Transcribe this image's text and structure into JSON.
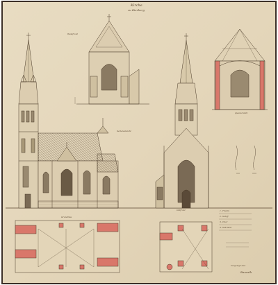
{
  "sheet": {
    "title_line1": "Kirche",
    "title_line2": "zu Kierberg",
    "labels": {
      "west_elevation": "Westfront",
      "side_elevation": "Seitenansicht",
      "east_elevation": "Ostfront",
      "section": "Querschnitt",
      "plan_label": "Grundriss"
    },
    "legend": [
      "1. Thurm",
      "2. Schiff",
      "3. Chor",
      "4. Sakristei"
    ],
    "signature_line1": "Vorgelegt den",
    "signature_line2": "Baurath"
  },
  "colors": {
    "paper": "#e6d9bd",
    "ink": "#5a4630",
    "red_wash": "#d9776a",
    "roof_hatch": "#7a6a55",
    "frame_border": "#3c3028"
  }
}
